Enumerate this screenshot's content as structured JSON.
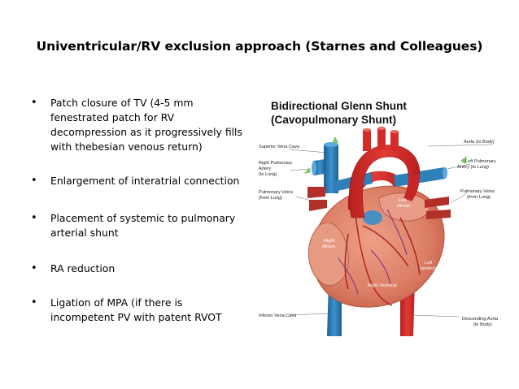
{
  "slide": {
    "title": "Univentricular/RV exclusion approach (Starnes and Colleagues)",
    "bullets": [
      {
        "lines": [
          "Patch closure of TV (4-5 mm",
          "fenestrated patch for RV",
          "decompression as it progressively fills",
          "with thebesian venous return)"
        ]
      },
      {
        "lines": [
          "Enlargement of interatrial connection"
        ]
      },
      {
        "lines": [
          "Placement of systemic to pulmonary",
          "arterial shunt"
        ]
      },
      {
        "lines": [
          "RA reduction"
        ]
      },
      {
        "lines": [
          "Ligation of MPA (if there is",
          "incompetent PV with patent RVOT"
        ]
      }
    ],
    "bullet_symbol": "•"
  },
  "figure": {
    "title_lines": [
      "Bidirectional Glenn Shunt",
      "(Cavopulmonary Shunt)"
    ],
    "labels": {
      "svc": "Superior Vena Cava",
      "rpa_lines": [
        "Right Pulmonary",
        "Artery",
        "(to Lung)"
      ],
      "pv_left_lines": [
        "Pulmonary Veins",
        "(from Lung)"
      ],
      "ivc": "Inferior Vena Cava",
      "aorta": "Aorta (to Body)",
      "lpa_lines": [
        "Left Pulmonary",
        "Artery (to Lung)"
      ],
      "pv_right_lines": [
        "Pulmonary Veins",
        "(from Lung)"
      ],
      "desc_aorta_lines": [
        "Descending Aorta",
        "(to Body)"
      ],
      "left_atrium_lines": [
        "Left",
        "Atrium"
      ],
      "right_atrium_lines": [
        "Right",
        "Atrium"
      ],
      "left_ventricle_lines": [
        "Left",
        "Ventricle"
      ],
      "right_ventricle": "Right Ventricle"
    },
    "colors": {
      "aorta_red": "#d42a2a",
      "vein_blue": "#2f7fb8",
      "heart_muscle": "#e08a74",
      "vessel_dark_red": "#a51d1d"
    }
  }
}
